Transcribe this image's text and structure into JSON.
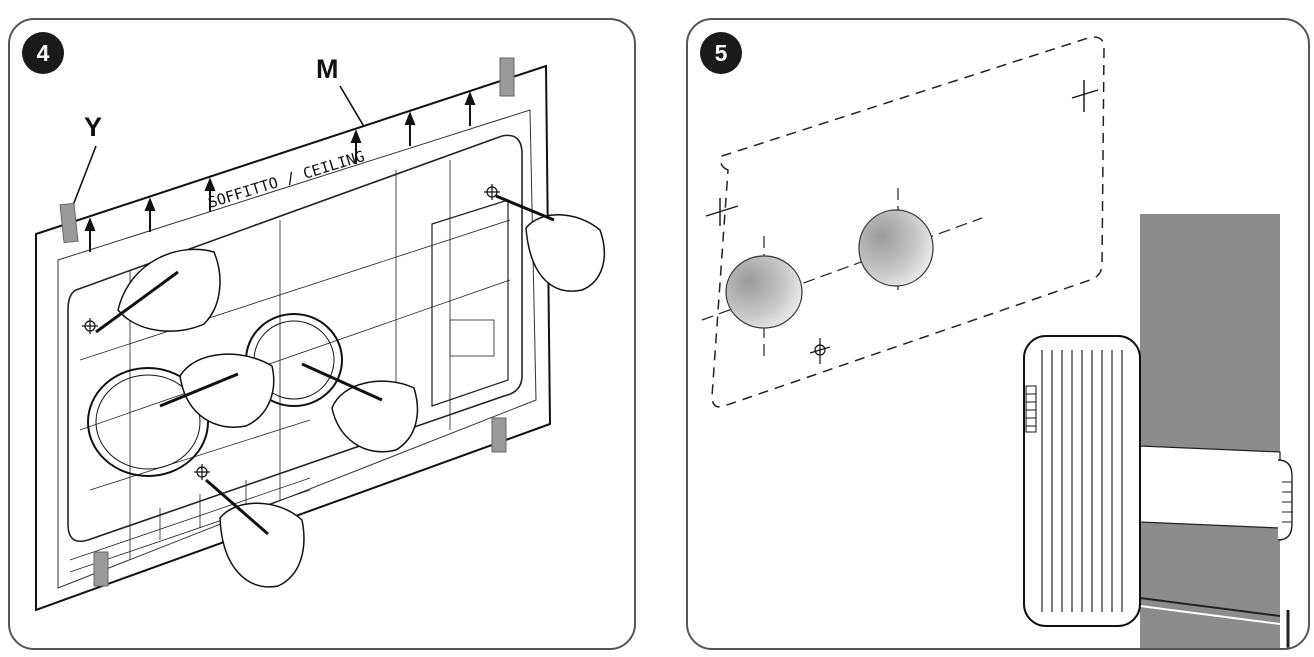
{
  "panels": [
    {
      "step": "4",
      "callouts": {
        "m": "M",
        "y": "Y"
      },
      "template": {
        "ceiling_label": "SOFFITTO / CEILING"
      }
    },
    {
      "step": "5"
    }
  ],
  "colors": {
    "badge": "#1a1a1a",
    "outline": "#555555",
    "tape": "#9a9a9a",
    "wall": "#8c8c8c",
    "hole_fill": "#c8c8c8"
  },
  "icons": [
    "hand-with-pencil",
    "adhesive-tape",
    "drill-hole",
    "indoor-unit"
  ]
}
